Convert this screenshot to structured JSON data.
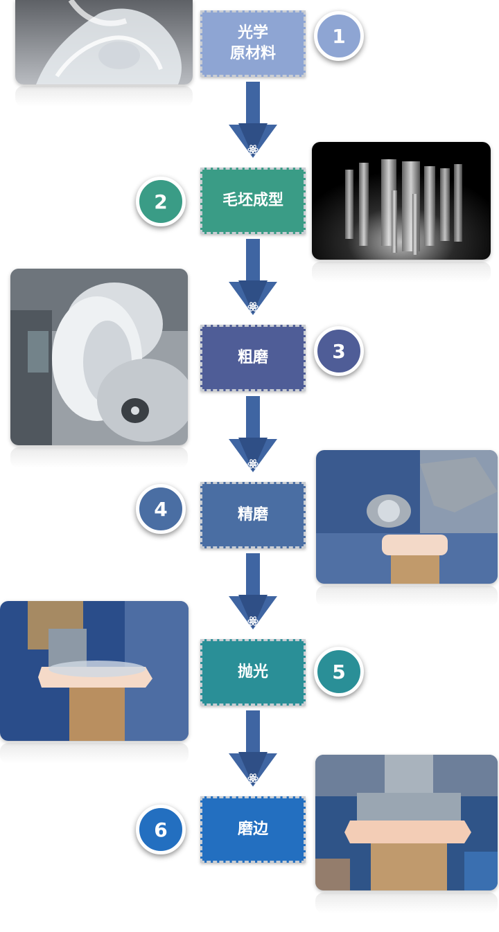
{
  "colors": {
    "step1": "#8ea5d3",
    "step2": "#3a9c86",
    "step3": "#4f5d97",
    "step4": "#4a6ea3",
    "step5": "#2a8f97",
    "step6": "#236fc0",
    "arrow": "#3f65a2"
  },
  "steps": [
    {
      "number": "1",
      "label": "光学\n原材料"
    },
    {
      "number": "2",
      "label": "毛坯成型"
    },
    {
      "number": "3",
      "label": "粗磨"
    },
    {
      "number": "4",
      "label": "精磨"
    },
    {
      "number": "5",
      "label": "抛光"
    },
    {
      "number": "6",
      "label": "磨边"
    }
  ],
  "arrow_icon": "atom-icon",
  "photos": [
    "crystal-glass-photo",
    "glass-rods-photo",
    "grinding-wheel-photo",
    "fine-grinding-photo",
    "polishing-photo",
    "edging-photo"
  ]
}
